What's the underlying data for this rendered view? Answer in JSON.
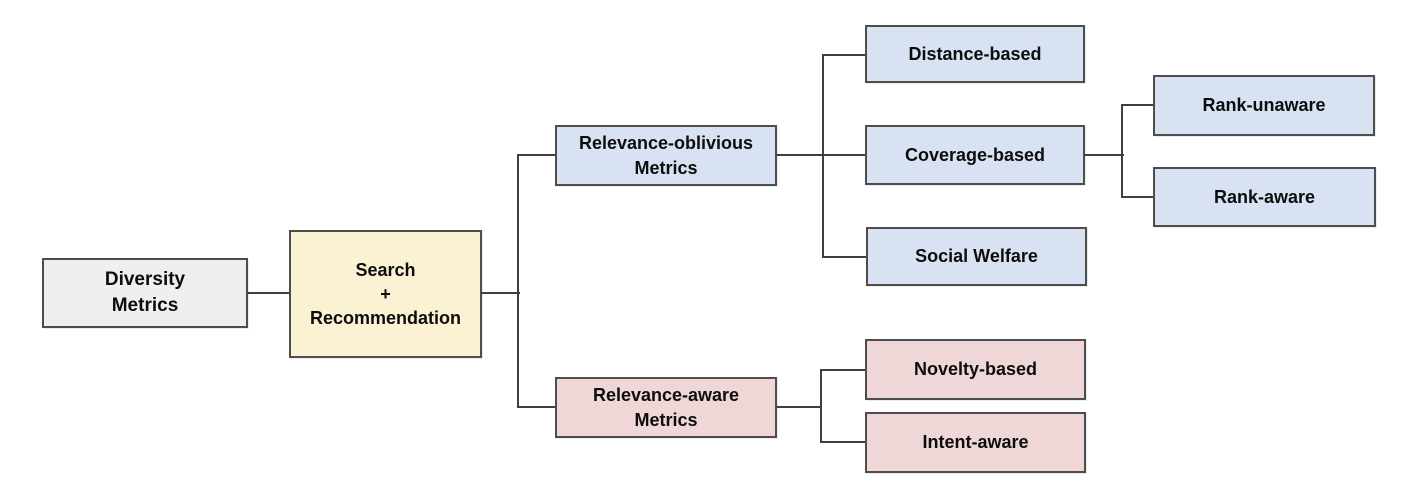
{
  "diagram": {
    "title": "Diversity Metrics taxonomy",
    "palette": {
      "background": "#ffffff",
      "border": "#4d4d4d",
      "connector": "#3f3f3f",
      "text": "#0d0d0d",
      "root_fill": "#edeff0",
      "task_fill": "#fbf1d3",
      "oblivious_fill": "#d9e2f3",
      "aware_fill": "#f0d7d7"
    },
    "nodes": {
      "diversity": {
        "label": "Diversity\nMetrics",
        "fill": "#edeff0"
      },
      "search_recommendation": {
        "label": "Search\n+\nRecommendation",
        "fill": "#fbf1d3"
      },
      "relevance_oblivious": {
        "label": "Relevance-oblivious\nMetrics",
        "fill": "#d9e2f3"
      },
      "distance_based": {
        "label": "Distance-based",
        "fill": "#d9e2f3"
      },
      "coverage_based": {
        "label": "Coverage-based",
        "fill": "#d9e2f3"
      },
      "social_welfare": {
        "label": "Social Welfare",
        "fill": "#d9e2f3"
      },
      "rank_unaware": {
        "label": "Rank-unaware",
        "fill": "#d9e2f3"
      },
      "rank_aware": {
        "label": "Rank-aware",
        "fill": "#d9e2f3"
      },
      "relevance_aware": {
        "label": "Relevance-aware\nMetrics",
        "fill": "#f0d7d7"
      },
      "novelty_based": {
        "label": "Novelty-based",
        "fill": "#f0d7d7"
      },
      "intent_aware": {
        "label": "Intent-aware",
        "fill": "#f0d7d7"
      }
    },
    "edges": [
      {
        "from": "diversity",
        "to": "search_recommendation"
      },
      {
        "from": "search_recommendation",
        "to": "relevance_oblivious"
      },
      {
        "from": "search_recommendation",
        "to": "relevance_aware"
      },
      {
        "from": "relevance_oblivious",
        "to": "distance_based"
      },
      {
        "from": "relevance_oblivious",
        "to": "coverage_based"
      },
      {
        "from": "relevance_oblivious",
        "to": "social_welfare"
      },
      {
        "from": "coverage_based",
        "to": "rank_unaware"
      },
      {
        "from": "coverage_based",
        "to": "rank_aware"
      },
      {
        "from": "relevance_aware",
        "to": "novelty_based"
      },
      {
        "from": "relevance_aware",
        "to": "intent_aware"
      }
    ]
  }
}
